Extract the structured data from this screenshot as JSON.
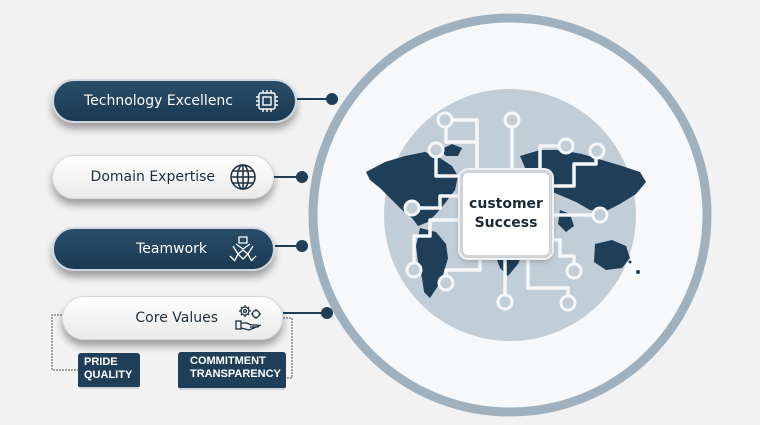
{
  "pills": [
    {
      "label": "Technology Excellenc",
      "icon": "cpu-chip-icon"
    },
    {
      "label": "Domain Expertise",
      "icon": "globe-icon"
    },
    {
      "label": "Teamwork",
      "icon": "teamwork-hands-icon"
    },
    {
      "label": "Core Values",
      "icon": "core-values-gears-hand-icon"
    }
  ],
  "tags": [
    {
      "line1": "PRIDE",
      "line2": "QUALITY"
    },
    {
      "line1": "COMMITMENT",
      "line2": "TRANSPARENCY"
    }
  ],
  "center": {
    "line1": "customer",
    "line2": "Success"
  },
  "colors": {
    "navy": "#1f3f59",
    "ring": "#9fb1bf",
    "inner_circle": "#c2ced7",
    "map": "#1f3e57",
    "background": "#f2f2f2"
  }
}
